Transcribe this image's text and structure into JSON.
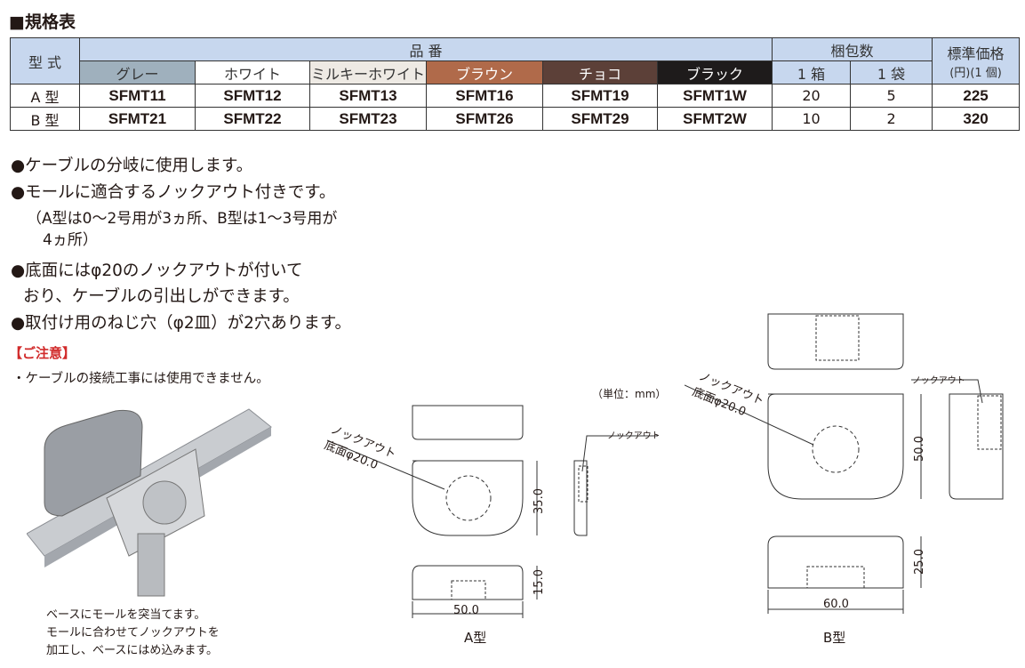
{
  "title": "■規格表",
  "table": {
    "model_header": "型 式",
    "part_header": "品 番",
    "pack_header": "梱包数",
    "price_header": "標準価格",
    "price_sub": "(円)(1 個)",
    "colors": [
      {
        "label": "グレー",
        "bg": "#9fb0bd",
        "fg": "#333333"
      },
      {
        "label": "ホワイト",
        "bg": "#ffffff",
        "fg": "#333333"
      },
      {
        "label": "ミルキーホワイト",
        "bg": "#eeeae4",
        "fg": "#333333"
      },
      {
        "label": "ブラウン",
        "bg": "#b06a4a",
        "fg": "#ffffff"
      },
      {
        "label": "チョコ",
        "bg": "#5c4038",
        "fg": "#ffffff"
      },
      {
        "label": "ブラック",
        "bg": "#1e1b1b",
        "fg": "#ffffff"
      }
    ],
    "pack_cols": [
      "1 箱",
      "1 袋"
    ],
    "rows": [
      {
        "model": "A 型",
        "codes": [
          "SFMT11",
          "SFMT12",
          "SFMT13",
          "SFMT16",
          "SFMT19",
          "SFMT1W"
        ],
        "box": "20",
        "bag": "5",
        "price": "225"
      },
      {
        "model": "B 型",
        "codes": [
          "SFMT21",
          "SFMT22",
          "SFMT23",
          "SFMT26",
          "SFMT29",
          "SFMT2W"
        ],
        "box": "10",
        "bag": "2",
        "price": "320"
      }
    ]
  },
  "features": [
    "●ケーブルの分岐に使用します。",
    "●モールに適合するノックアウト付きです。",
    "（A型は0～2号用が3ヵ所、B型は1～3号用が",
    "4ヵ所）",
    "●底面にはφ20のノックアウトが付いて",
    "おり、ケーブルの引出しができます。",
    "●取付け用のねじ穴（φ2皿）が2穴あります。"
  ],
  "caution_title": "【ご注意】",
  "caution_text": "・ケーブルの接続工事には使用できません。",
  "photo_caption": [
    "ベースにモールを突当てます。",
    "モールに合わせてノックアウトを",
    "加工し、ベースにはめ込みます。"
  ],
  "unit": "（単位：mm）",
  "drawing_a": {
    "knockout_label": "ノックアウト",
    "bottom_label": "底面φ20.0",
    "side_label": "ノックアウト",
    "height": "35.0",
    "depth": "15.0",
    "width": "50.0",
    "name": "A型"
  },
  "drawing_b": {
    "knockout_label": "ノックアウト",
    "bottom_label": "底面φ20.0",
    "side_label": "ノックアウト",
    "height": "50.0",
    "depth": "25.0",
    "width": "60.0",
    "name": "B型"
  }
}
